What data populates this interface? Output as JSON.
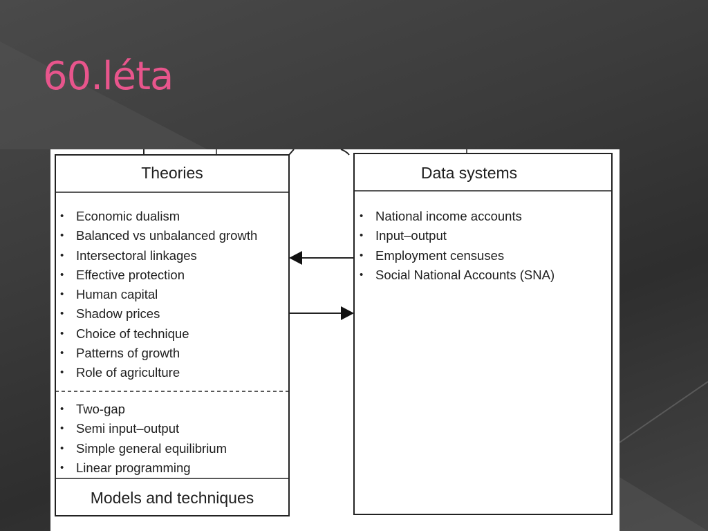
{
  "slide": {
    "title": "60.léta"
  },
  "theories_box": {
    "header": "Theories",
    "items": [
      "Economic dualism",
      "Balanced vs unbalanced growth",
      "Intersectoral linkages",
      "Effective protection",
      "Human capital",
      "Shadow prices",
      "Choice of technique",
      "Patterns of growth",
      "Role of agriculture"
    ]
  },
  "models_box": {
    "header": "Models and techniques",
    "items": [
      "Two-gap",
      "Semi input–output",
      "Simple general equilibrium",
      "Linear programming"
    ]
  },
  "data_box": {
    "header": "Data systems",
    "items": [
      "National income accounts",
      "Input–output",
      "Employment censuses",
      "Social National Accounts (SNA)"
    ]
  },
  "colors": {
    "title": "#e8558c",
    "background": "#3c3c3c",
    "diagram_ink": "#1e1e1e"
  }
}
